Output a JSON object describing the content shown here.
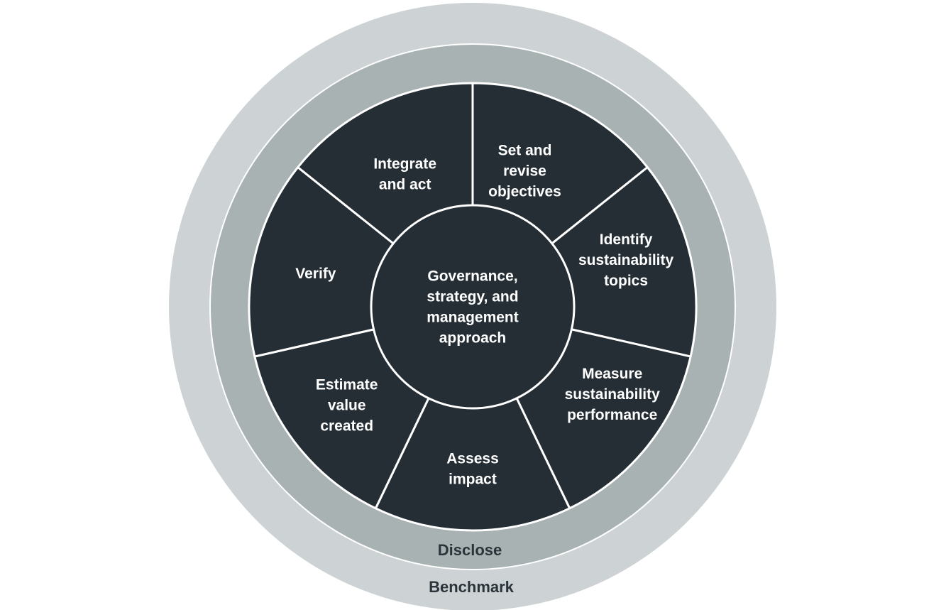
{
  "colors": {
    "benchmark_ring": "#cdd3d4",
    "disclose_ring": "#a8b2b3",
    "segment_fill": "#252e35",
    "divider": "#ffffff",
    "segment_text": "#ffffff",
    "ring_text": "#2b343b"
  },
  "rings": {
    "outer_label": "Benchmark",
    "middle_label": "Disclose"
  },
  "center": {
    "lines": [
      "Governance,",
      "strategy, and",
      "management",
      "approach"
    ]
  },
  "segments": [
    {
      "id": "set-revise-objectives",
      "lines": [
        "Set and",
        "revise",
        "objectives"
      ]
    },
    {
      "id": "identify-sustainability-topics",
      "lines": [
        "Identify",
        "sustainability",
        "topics"
      ]
    },
    {
      "id": "measure-sustainability-performance",
      "lines": [
        "Measure",
        "sustainability",
        "performance"
      ]
    },
    {
      "id": "assess-impact",
      "lines": [
        "Assess",
        "impact"
      ]
    },
    {
      "id": "estimate-value-created",
      "lines": [
        "Estimate",
        "value",
        "created"
      ]
    },
    {
      "id": "verify",
      "lines": [
        "Verify"
      ]
    },
    {
      "id": "integrate-and-act",
      "lines": [
        "Integrate",
        "and act"
      ]
    }
  ]
}
